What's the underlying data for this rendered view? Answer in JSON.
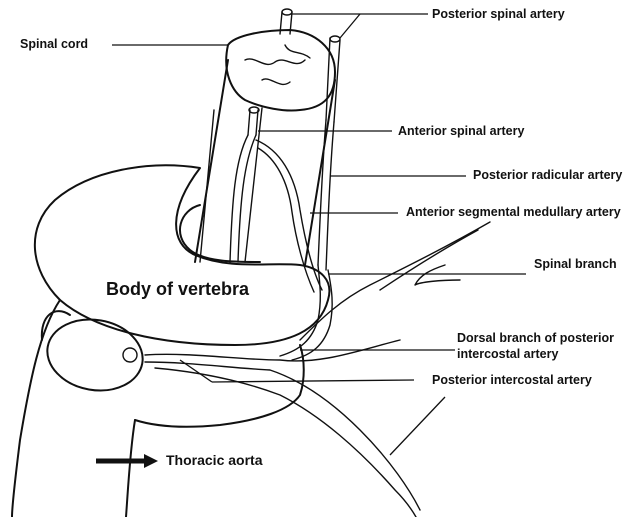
{
  "labels": {
    "posterior_spinal_artery": "Posterior spinal artery",
    "spinal_cord": "Spinal cord",
    "anterior_spinal_artery": "Anterior spinal artery",
    "posterior_radicular_artery": "Posterior radicular artery",
    "anterior_segmental_medullary_artery": "Anterior segmental medullary artery",
    "spinal_branch": "Spinal branch",
    "body_of_vertebra": "Body of vertebra",
    "dorsal_branch_line1": "Dorsal branch of posterior",
    "dorsal_branch_line2": "intercostal artery",
    "posterior_intercostal_artery": "Posterior intercostal artery",
    "thoracic_aorta": "Thoracic aorta"
  }
}
